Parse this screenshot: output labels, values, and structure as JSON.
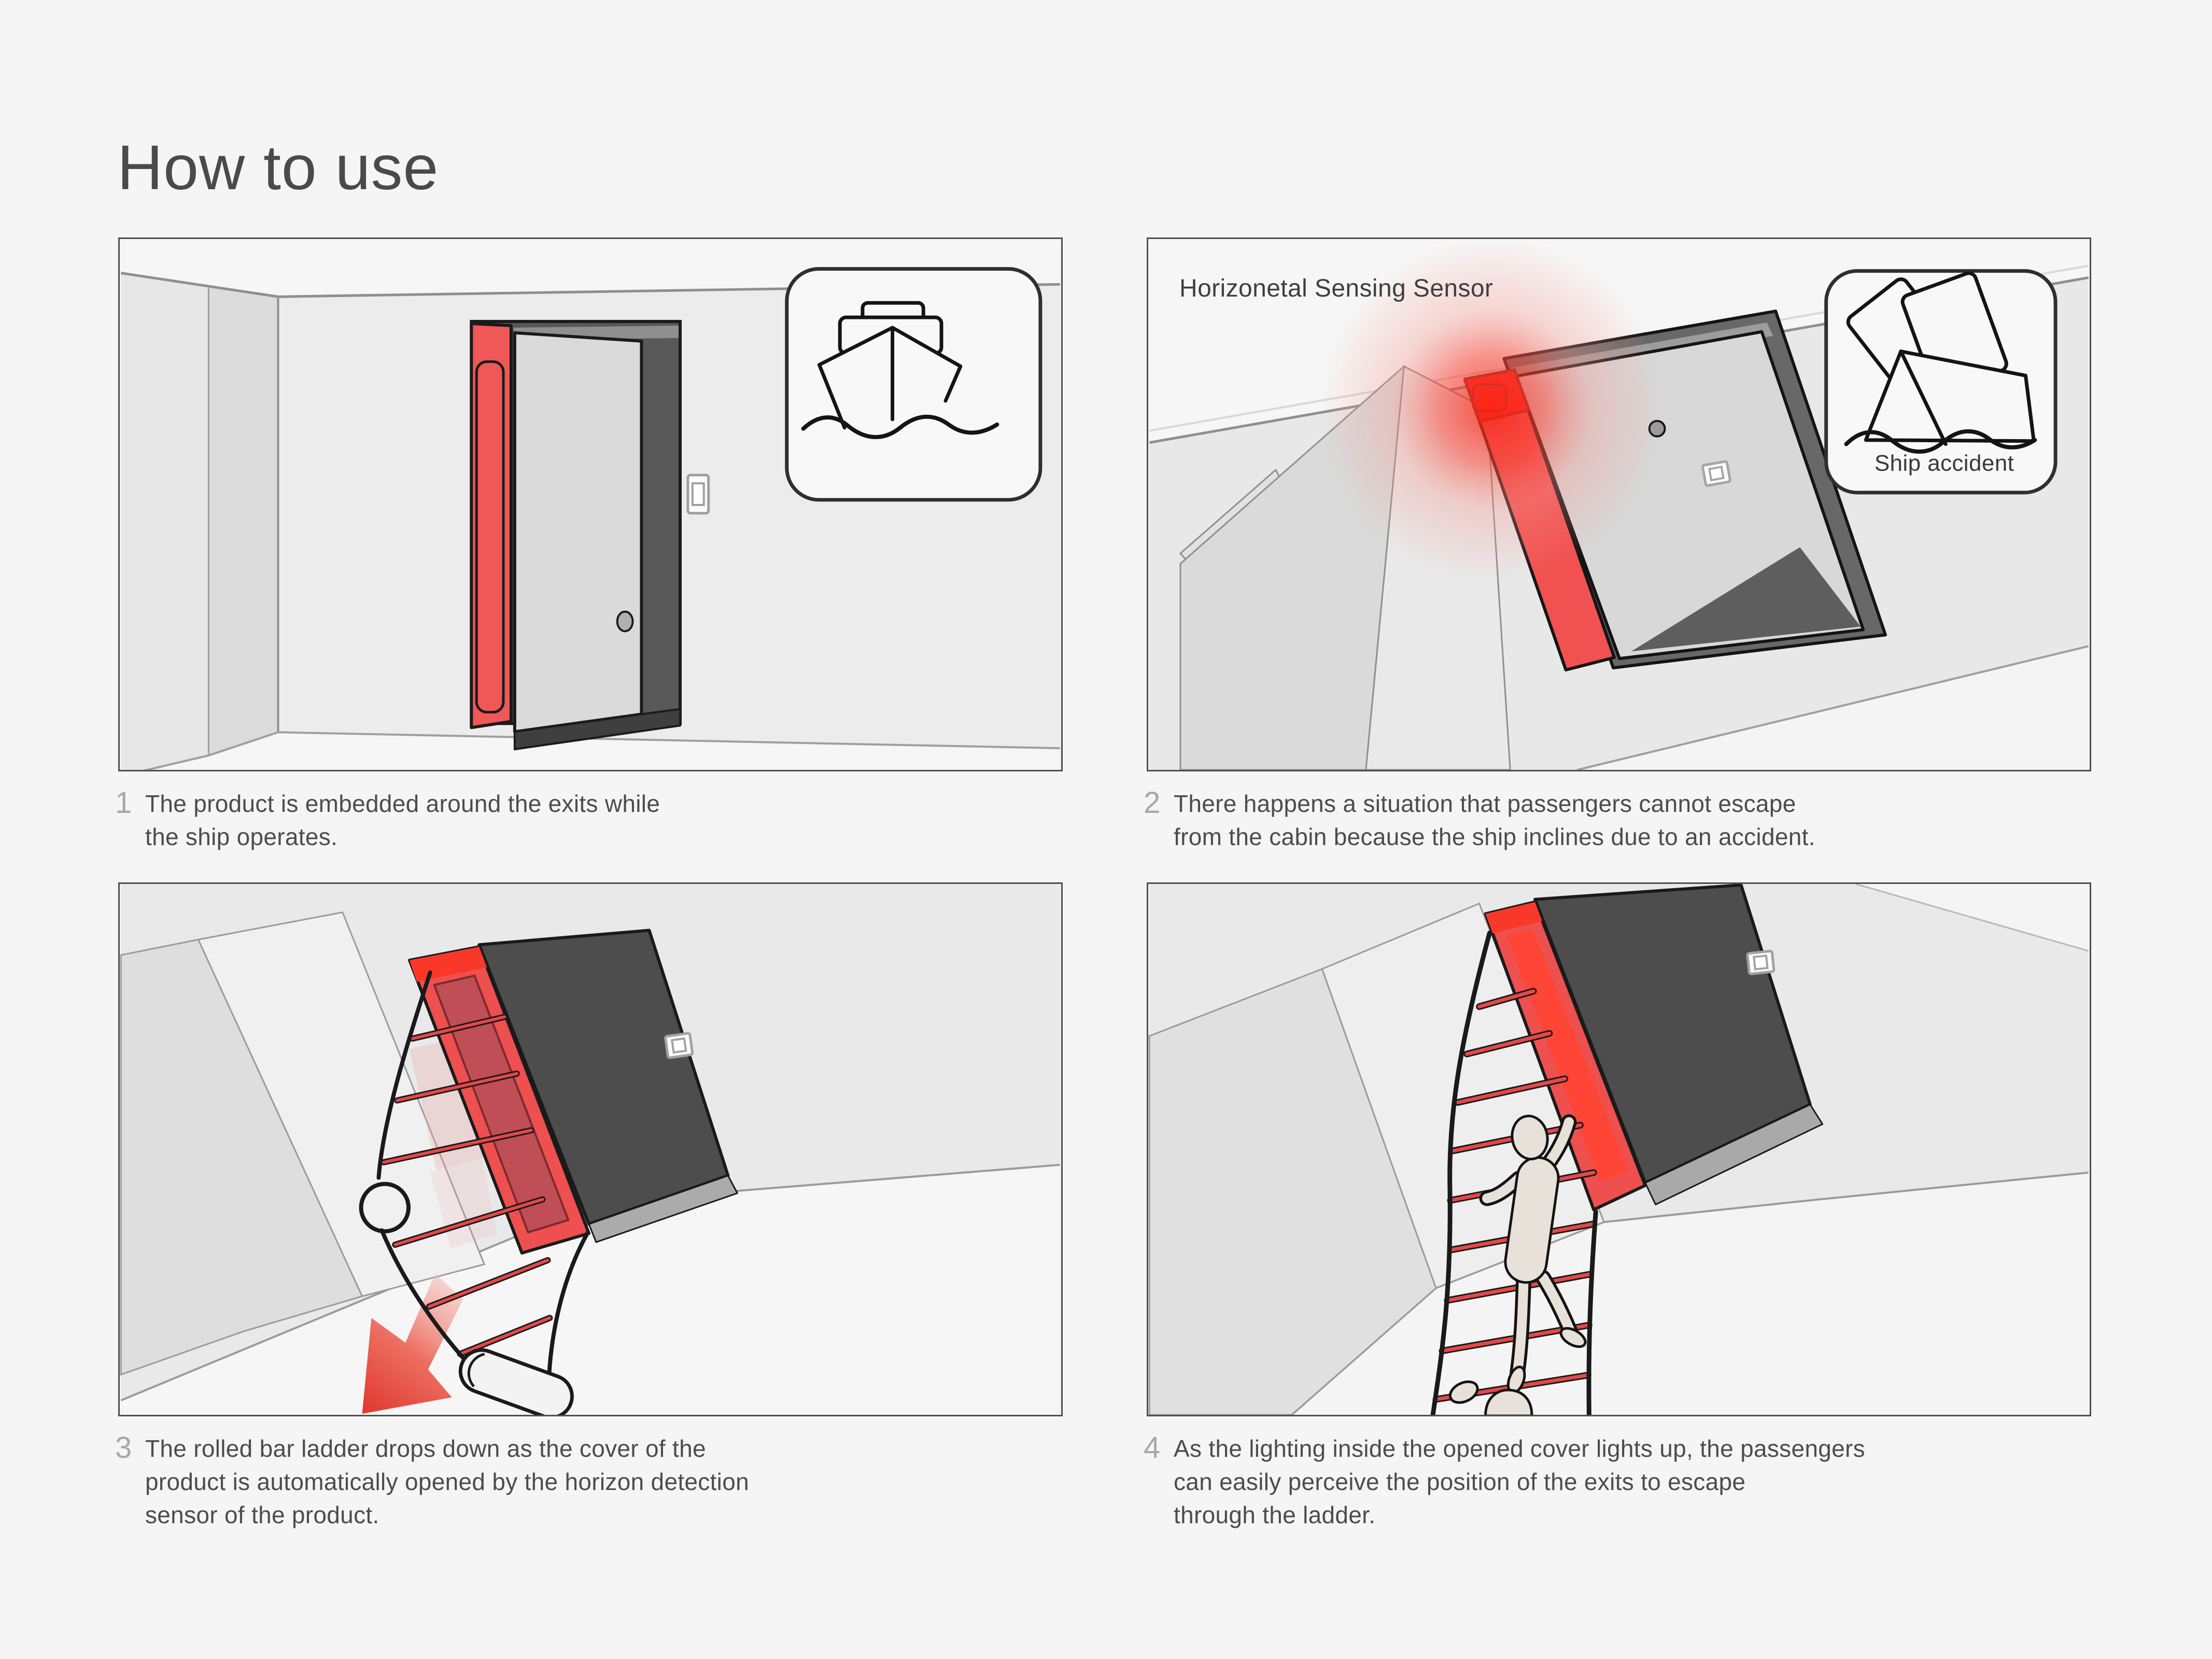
{
  "title": "How to use",
  "colors": {
    "page_background": "#f5f5f5",
    "panel_border": "#4f4f4f",
    "accent_red": "#ee4f4f",
    "sensor_glow_red": "#fb2413",
    "cover_dark_gray": "#4d4d4d",
    "caption_text": "#4c4c4c",
    "step_number_gray": "#a8a8a8"
  },
  "panels": [
    {
      "number": "1",
      "caption_lines": [
        "The product is embedded around the exits while",
        "the ship operates."
      ]
    },
    {
      "number": "2",
      "sensor_label": "Horizonetal Sensing Sensor",
      "badge_label": "Ship accident",
      "caption_lines": [
        "There happens a situation that passengers cannot escape",
        "from the cabin because the ship inclines due to an accident."
      ]
    },
    {
      "number": "3",
      "caption_lines": [
        "The rolled bar ladder drops down as the cover of the",
        "product is automatically opened by the horizon detection",
        "sensor of the product."
      ]
    },
    {
      "number": "4",
      "caption_lines": [
        "As the lighting inside the opened cover lights up, the passengers",
        "can easily perceive the position of the exits to escape",
        "through the ladder."
      ]
    }
  ]
}
